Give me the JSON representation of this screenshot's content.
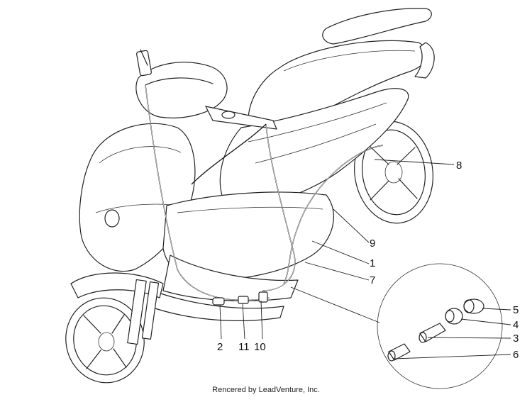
{
  "diagram": {
    "callouts": [
      {
        "id": "c8",
        "label": "8"
      },
      {
        "id": "c9",
        "label": "9"
      },
      {
        "id": "c1",
        "label": "1"
      },
      {
        "id": "c7",
        "label": "7"
      },
      {
        "id": "c5",
        "label": "5"
      },
      {
        "id": "c4",
        "label": "4"
      },
      {
        "id": "c3",
        "label": "3"
      },
      {
        "id": "c6",
        "label": "6"
      },
      {
        "id": "c2",
        "label": "2"
      },
      {
        "id": "c11",
        "label": "11"
      },
      {
        "id": "c10",
        "label": "10"
      }
    ],
    "footer_credit": "Rencered by LeadVenture, Inc."
  }
}
